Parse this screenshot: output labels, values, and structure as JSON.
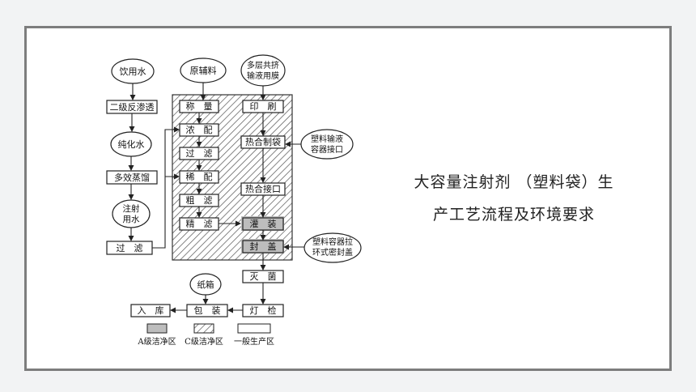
{
  "nodes": {
    "drink_water": "饮用水",
    "raw_material": "原辅料",
    "film": [
      "多层共挤",
      "输液用膜"
    ],
    "ro": "二级反渗透",
    "weigh": "称　量",
    "print": "印　刷",
    "thick_mix": "浓　配",
    "pure_water": "纯化水",
    "heat_bag": "热合制袋",
    "bag_port": [
      "塑料输液",
      "容器接口"
    ],
    "filter1": "过　滤",
    "multi_distill": "多效蒸馏",
    "dilute": "稀　配",
    "heat_port": "热合接口",
    "inj_water": [
      "注射",
      "用水"
    ],
    "coarse": "粗　滤",
    "fine": "精　滤",
    "fill": "灌　装",
    "filter2": "过　滤",
    "seal": "封　盖",
    "ring_cap": [
      "塑料容器拉",
      "环式密封盖"
    ],
    "sterilize": "灭　菌",
    "carton": "纸箱",
    "store": "入　库",
    "pack": "包　装",
    "inspect": "灯　检"
  },
  "legend": {
    "a": "A级洁净区",
    "c": "C级洁净区",
    "general": "一般生产区"
  },
  "caption": {
    "line1": "大容量注射剂 （塑料袋）生",
    "line2": "产工艺流程及环境要求"
  },
  "colors": {
    "a_zone": "#bdbdbd",
    "c_zone_hatch": "#555555",
    "frame": "#7d7d7d"
  }
}
